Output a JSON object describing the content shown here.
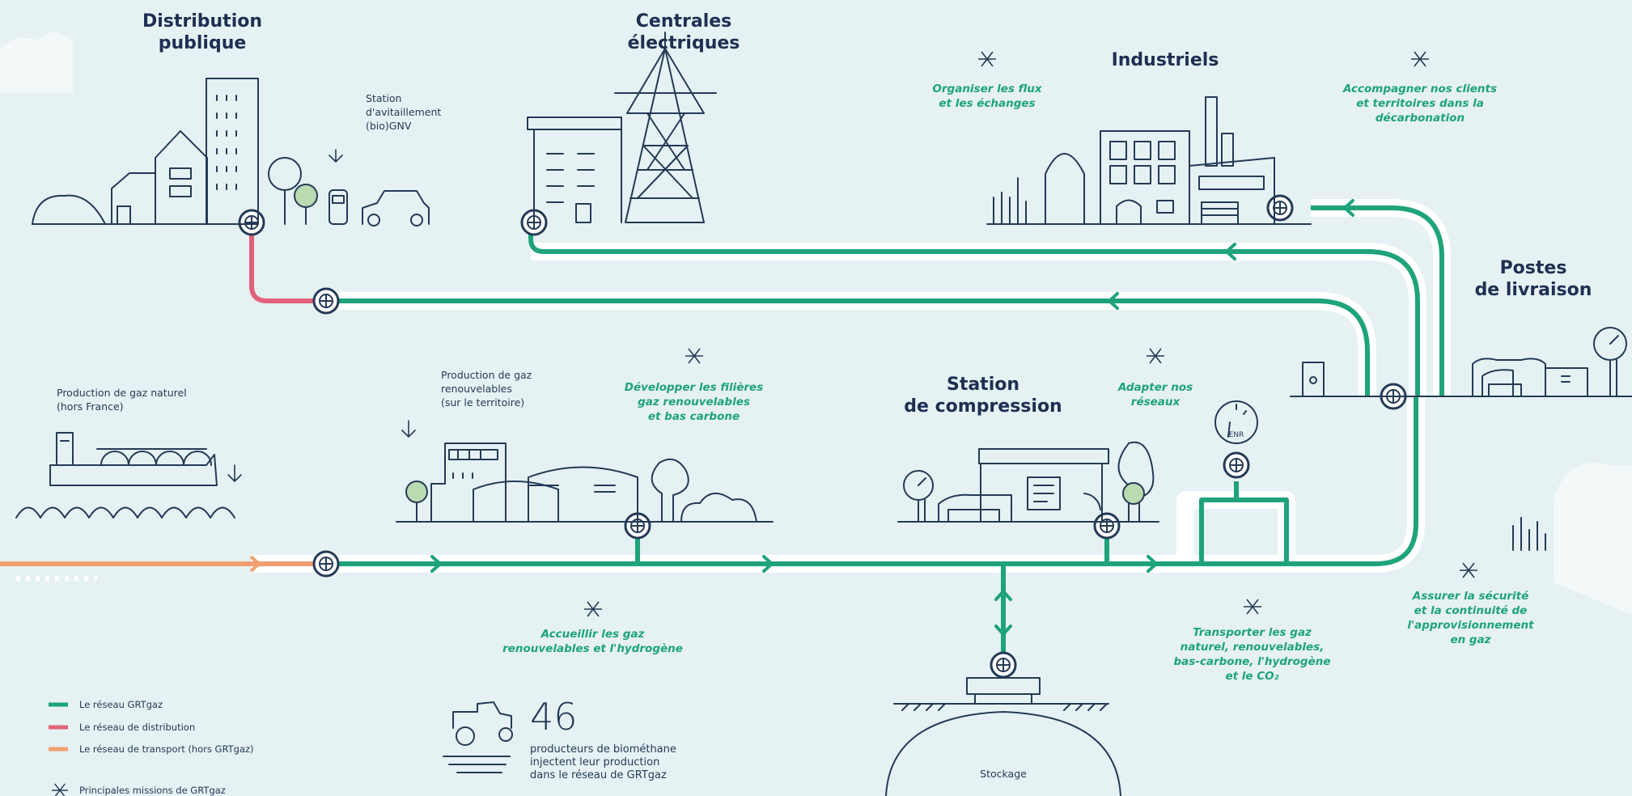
{
  "headings": {
    "distribution": "Distribution\npublique",
    "centrales": "Centrales\nélectriques",
    "industriels": "Industriels",
    "postes": "Postes\nde livraison",
    "compression": "Station\nde compression"
  },
  "labels": {
    "station_gnv": "Station\nd'avitaillement\n(bio)GNV",
    "production_naturel": "Production de gaz naturel\n(hors France)",
    "production_renouvelable": "Production de gaz\nrenouvelables\n(sur le territoire)",
    "stockage": "Stockage",
    "enr": "ENR"
  },
  "missions": {
    "organiser": "Organiser les flux\net les échanges",
    "accompagner": "Accompagner nos clients\net territoires dans la\ndécarbonation",
    "developper": "Développer les filières\ngaz renouvelables\net bas carbone",
    "adapter": "Adapter nos\nréseaux",
    "accueillir": "Accueillir les gaz\nrenouvelables et l'hydrogène",
    "transporter": "Transporter les gaz\nnaturel, renouvelables,\nbas-carbone, l'hydrogène\net le CO₂",
    "assurer": "Assurer la sécurité\net la continuité de\nl'approvisionnement\nen gaz"
  },
  "legend": {
    "items": [
      {
        "label": "Le réseau GRTgaz",
        "color": "#1ea37b"
      },
      {
        "label": "Le réseau de distribution",
        "color": "#e0637a"
      },
      {
        "label": "Le réseau de transport (hors GRTgaz)",
        "color": "#f0a070"
      }
    ],
    "missions_label": "Principales missions de GRTgaz"
  },
  "stat": {
    "value": "46",
    "text": "producteurs de biométhane\ninjectent leur production\ndans le réseau de GRTgaz"
  },
  "colors": {
    "background": "#e6f1f3",
    "grtgaz": "#1ea37b",
    "distribution": "#e0637a",
    "transport": "#f0a070",
    "ink": "#243a56"
  }
}
